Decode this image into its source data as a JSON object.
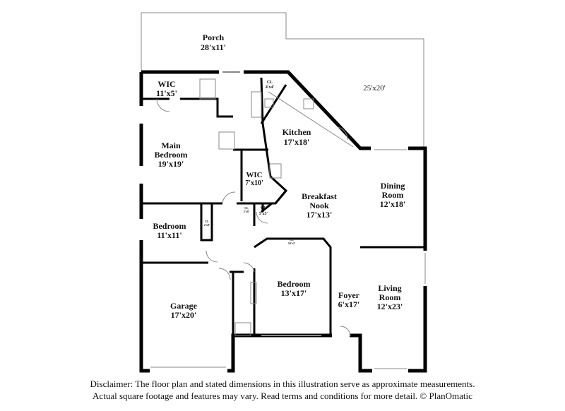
{
  "rooms": [
    {
      "id": "porch",
      "name": "Porch",
      "dims": "28'x11'"
    },
    {
      "id": "patio",
      "name": "",
      "dims": "25'x20'"
    },
    {
      "id": "wic1",
      "name": "WIC",
      "dims": "11'x5'"
    },
    {
      "id": "main-bedroom",
      "name": "Main Bedroom",
      "line1": "Main",
      "line2": "Bedroom",
      "dims": "19'x19'"
    },
    {
      "id": "kitchen",
      "name": "Kitchen",
      "dims": "17'x18'"
    },
    {
      "id": "wic2",
      "name": "WIC",
      "dims": "7'x10'"
    },
    {
      "id": "breakfast-nook",
      "line1": "Breakfast",
      "line2": "Nook",
      "dims": "17'x13'"
    },
    {
      "id": "dining-room",
      "line1": "Dining",
      "line2": "Room",
      "dims": "12'x18'"
    },
    {
      "id": "bedroom1",
      "name": "Bedroom",
      "dims": "11'x11'"
    },
    {
      "id": "bedroom2",
      "name": "Bedroom",
      "dims": "13'x17'"
    },
    {
      "id": "garage",
      "name": "Garage",
      "dims": "17'x20'"
    },
    {
      "id": "foyer",
      "name": "Foyer",
      "dims": "6'x17'"
    },
    {
      "id": "living-room",
      "line1": "Living",
      "line2": "Room",
      "dims": "12'x23'"
    }
  ],
  "closets": [
    {
      "name": "CL",
      "dims": "4'x4'"
    },
    {
      "name": "CL",
      "dims": "2'x8'"
    },
    {
      "name": "CL",
      "dims": "2'x8'"
    },
    {
      "name": "CL",
      "dims": "5'x3'"
    },
    {
      "name": "CL",
      "dims": "10'x2'"
    }
  ],
  "disclaimer": {
    "line1": "Disclaimer: The floor plan and stated dimensions in this illustration serve as approximate measurements.",
    "line2": "Actual square footage and features may vary. Read terms and conditions for more detail. © PlanOmatic"
  },
  "colors": {
    "wall": "#000000",
    "thin_line": "#888888",
    "background": "#ffffff"
  }
}
